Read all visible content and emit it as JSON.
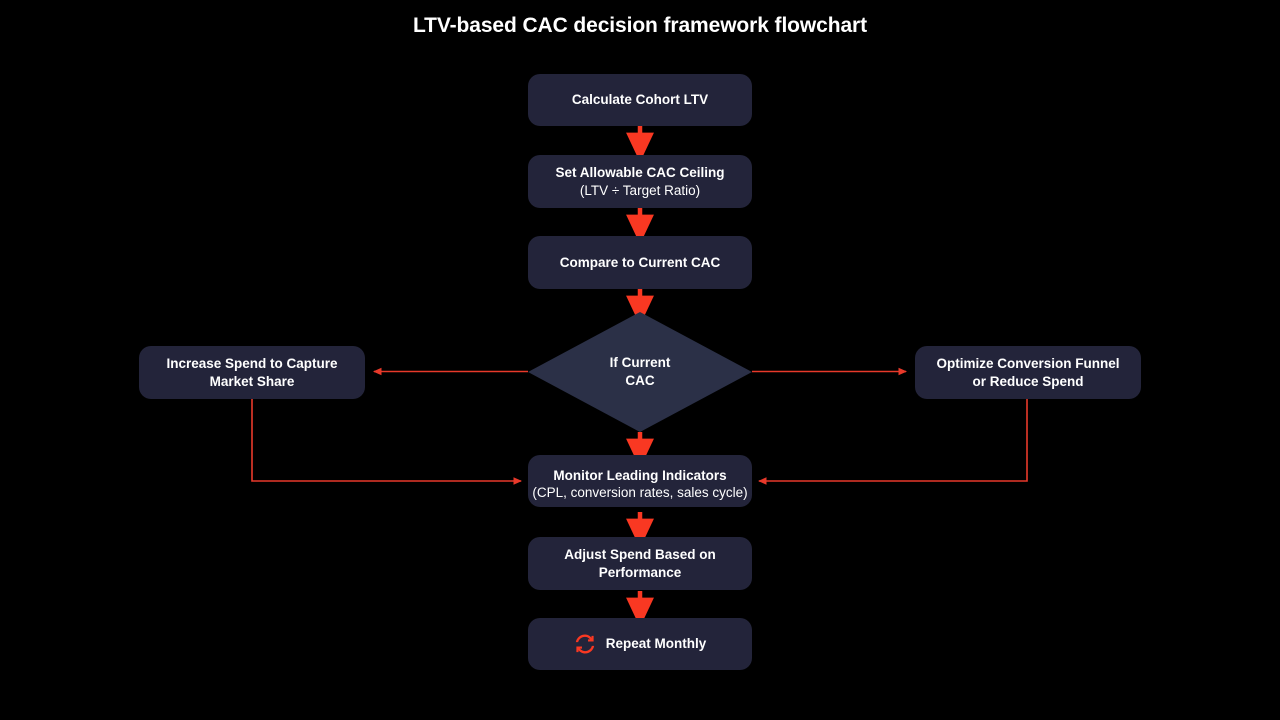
{
  "title": "LTV-based CAC decision framework flowchart",
  "theme": {
    "background": "#000000",
    "node_fill": "#23243a",
    "decision_fill": "#2b3047",
    "arrow_color": "#f93822",
    "connector_color": "#e8392a",
    "text_color": "#ffffff"
  },
  "nodes": [
    {
      "id": "calc-ltv",
      "type": "process",
      "line1": "Calculate Cohort LTV",
      "line2": ""
    },
    {
      "id": "cac-ceiling",
      "type": "process",
      "line1": "Set Allowable CAC Ceiling",
      "line2": "(LTV ÷ Target Ratio)"
    },
    {
      "id": "compare-cac",
      "type": "process",
      "line1": "Compare to Current CAC",
      "line2": ""
    },
    {
      "id": "decision",
      "type": "decision",
      "line1": "If Current",
      "line2": "CAC"
    },
    {
      "id": "increase-spend",
      "type": "process",
      "line1": "Increase Spend to Capture",
      "line2": "Market Share"
    },
    {
      "id": "optimize-funnel",
      "type": "process",
      "line1": "Optimize Conversion Funnel",
      "line2": "or Reduce Spend"
    },
    {
      "id": "monitor",
      "type": "process",
      "line1": "Monitor Leading Indicators",
      "line2": "(CPL, conversion rates, sales cycle)"
    },
    {
      "id": "adjust-spend",
      "type": "process",
      "line1": "Adjust Spend Based on",
      "line2": "Performance"
    },
    {
      "id": "repeat",
      "type": "process",
      "line1": "Repeat Monthly",
      "line2": "",
      "icon": "refresh-cycle-icon"
    }
  ]
}
